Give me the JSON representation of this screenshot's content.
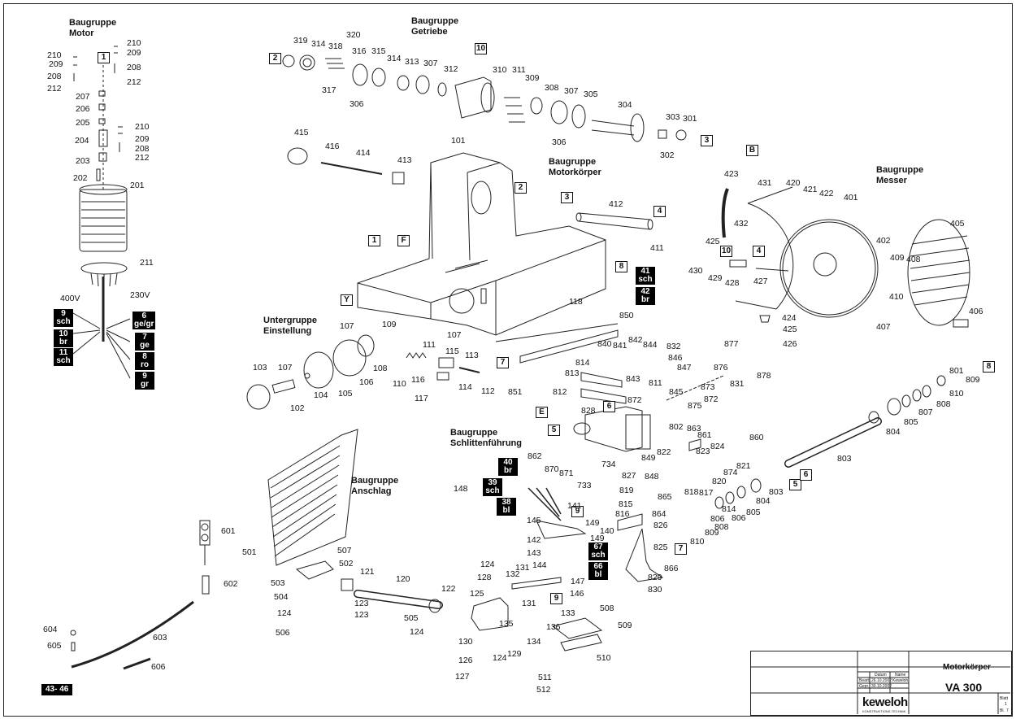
{
  "groups": {
    "motor": [
      "Baugruppe",
      "Motor"
    ],
    "getriebe": [
      "Baugruppe",
      "Getriebe"
    ],
    "motorkoerper": [
      "Baugruppe",
      "Motorkörper"
    ],
    "messer": [
      "Baugruppe",
      "Messer"
    ],
    "einstellung": [
      "Untergruppe",
      "Einstellung"
    ],
    "schlitten": [
      "Baugruppe",
      "Schlittenführung"
    ],
    "anschlag": [
      "Baugruppe",
      "Anschlag"
    ]
  },
  "voltage": {
    "left": "400V",
    "right": "230V"
  },
  "boxed": [
    "1",
    "2",
    "10",
    "3",
    "B",
    "2",
    "3",
    "4",
    "1",
    "F",
    "10",
    "4",
    "Y",
    "7",
    "8",
    "E",
    "6",
    "5",
    "5",
    "6",
    "7",
    "9",
    "9",
    "1",
    "8"
  ],
  "black_labels": {
    "motor_left": [
      [
        "9",
        "sch"
      ],
      [
        "10",
        "br"
      ],
      [
        "11",
        "sch"
      ]
    ],
    "motor_right": [
      [
        "6",
        "ge/gr"
      ],
      [
        "7",
        "ge"
      ],
      [
        "8",
        "ro"
      ],
      [
        "9",
        "gr"
      ]
    ],
    "body": [
      [
        "41",
        "sch"
      ],
      [
        "42",
        "br"
      ]
    ],
    "slide": [
      [
        "40",
        "br"
      ],
      [
        "39",
        "sch"
      ],
      [
        "38",
        "bl"
      ]
    ],
    "slide2": [
      [
        "67",
        "sch"
      ],
      [
        "66",
        "bl"
      ]
    ],
    "cable": "43- 46"
  },
  "parts": {
    "motor": [
      "210",
      "209",
      "208",
      "212",
      "210",
      "209",
      "208",
      "212",
      "207",
      "206",
      "205",
      "210",
      "209",
      "204",
      "208",
      "212",
      "203",
      "202",
      "201",
      "211"
    ],
    "getriebe": [
      "319",
      "314",
      "318",
      "320",
      "316",
      "315",
      "314",
      "313",
      "307",
      "312",
      "310",
      "311",
      "309",
      "308",
      "307",
      "305",
      "304",
      "303",
      "301",
      "302",
      "306",
      "306",
      "317"
    ],
    "motorkoerper": [
      "415",
      "416",
      "414",
      "413",
      "101",
      "412",
      "411",
      "118",
      "850",
      "107",
      "109",
      "111",
      "115",
      "113",
      "116",
      "108",
      "110",
      "117",
      "114",
      "112",
      "103",
      "107",
      "104",
      "105",
      "106",
      "102",
      "851",
      "107"
    ],
    "messer": [
      "423",
      "431",
      "420",
      "421",
      "422",
      "401",
      "405",
      "402",
      "425",
      "409",
      "408",
      "430",
      "429",
      "428",
      "427",
      "410",
      "406",
      "424",
      "425",
      "426",
      "407",
      "432"
    ],
    "schlitten": [
      "840",
      "841",
      "842",
      "844",
      "832",
      "846",
      "847",
      "877",
      "878",
      "843",
      "814",
      "813",
      "812",
      "811",
      "845",
      "831",
      "876",
      "872",
      "875",
      "873",
      "872",
      "828",
      "801",
      "809",
      "810",
      "808",
      "807",
      "805",
      "804",
      "803",
      "802",
      "863",
      "861",
      "860",
      "823",
      "824",
      "821",
      "822",
      "862",
      "870",
      "871",
      "733",
      "734",
      "827",
      "849",
      "848",
      "874",
      "820",
      "818",
      "817",
      "819",
      "815",
      "816",
      "865",
      "864",
      "826",
      "825",
      "866",
      "829",
      "830",
      "814",
      "806",
      "805",
      "804",
      "803",
      "810",
      "809",
      "808",
      "806"
    ],
    "slide": [
      "148",
      "141",
      "145",
      "149",
      "140",
      "142",
      "149",
      "143",
      "144",
      "131",
      "132",
      "124",
      "128",
      "147",
      "146",
      "125",
      "131",
      "133",
      "135",
      "136",
      "134",
      "130",
      "129",
      "126",
      "124",
      "127",
      "508",
      "509",
      "510",
      "511",
      "512"
    ],
    "anschlag": [
      "501",
      "507",
      "502",
      "503",
      "121",
      "120",
      "122",
      "504",
      "123",
      "124",
      "505",
      "123",
      "124",
      "506"
    ],
    "cable": [
      "601",
      "602",
      "603",
      "604",
      "605",
      "606"
    ]
  },
  "title_block": {
    "title": "Motorkörper",
    "model": "VA 300",
    "cols": [
      "Datum",
      "Name"
    ],
    "rows": [
      [
        "Bearb.",
        "26.10.2002",
        "Keweloh"
      ],
      [
        "Gepr.",
        "30.10.2002",
        ""
      ]
    ],
    "logo": "keweloh",
    "subtext": "KONSTRUKTIONS-TECHNIK",
    "blatt": "Blatt",
    "blatt_no": "1",
    "bl": "Bl.",
    "of": "7"
  }
}
